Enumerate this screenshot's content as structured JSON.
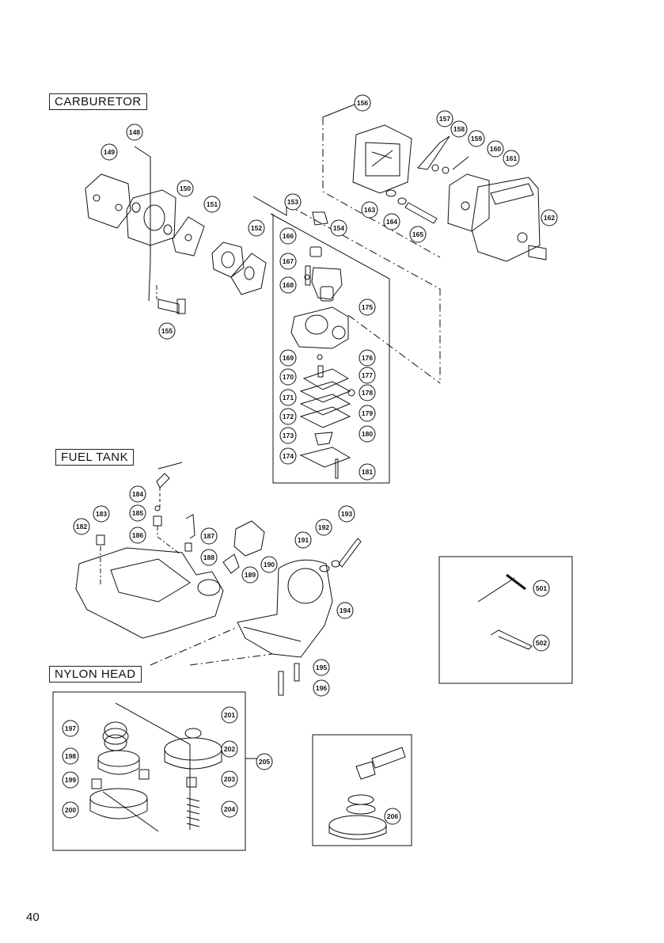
{
  "sections": {
    "carburetor": "CARBURETOR",
    "fuel_tank": "FUEL TANK",
    "nylon_head": "NYLON HEAD"
  },
  "page_number": "40",
  "callouts": [
    "148",
    "149",
    "150",
    "151",
    "152",
    "153",
    "154",
    "155",
    "156",
    "157",
    "158",
    "159",
    "160",
    "161",
    "162",
    "163",
    "164",
    "165",
    "166",
    "167",
    "168",
    "169",
    "170",
    "171",
    "172",
    "173",
    "174",
    "175",
    "176",
    "177",
    "178",
    "179",
    "180",
    "181",
    "182",
    "183",
    "184",
    "185",
    "186",
    "187",
    "188",
    "189",
    "190",
    "191",
    "192",
    "193",
    "194",
    "195",
    "196",
    "197",
    "198",
    "199",
    "200",
    "201",
    "202",
    "203",
    "204",
    "205",
    "206",
    "501",
    "502"
  ]
}
